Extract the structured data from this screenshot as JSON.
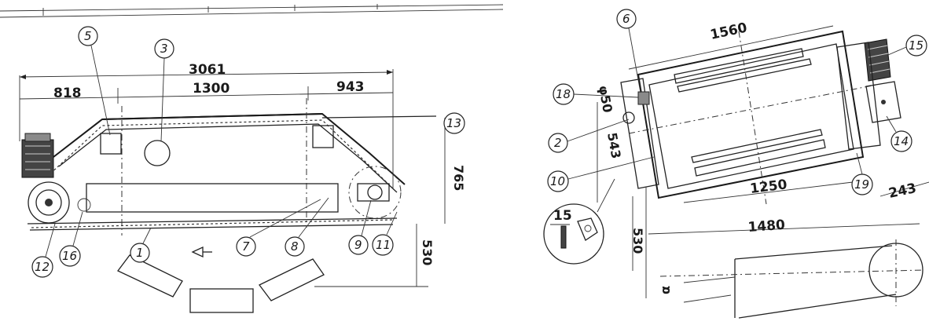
{
  "left_view": {
    "dimensions": {
      "overall_length": "3061",
      "left_segment": "818",
      "middle_segment": "1300",
      "right_segment": "943",
      "height": "765",
      "suspension_height": "530"
    },
    "callouts": [
      "5",
      "3",
      "13",
      "12",
      "16",
      "1",
      "7",
      "8",
      "9",
      "11"
    ]
  },
  "right_view": {
    "dimensions": {
      "belt_length": "1560",
      "roller_length": "1250",
      "frame_length": "1480",
      "side_offset": "243",
      "bracket_height": "543",
      "shaft_diameter": "φ50",
      "detail_width": "15",
      "suspension_height": "530",
      "angle_symbol": "α"
    },
    "callouts": [
      "6",
      "15",
      "18",
      "2",
      "14",
      "10",
      "19"
    ]
  },
  "icons": [
    "direction-arrow-icon"
  ]
}
